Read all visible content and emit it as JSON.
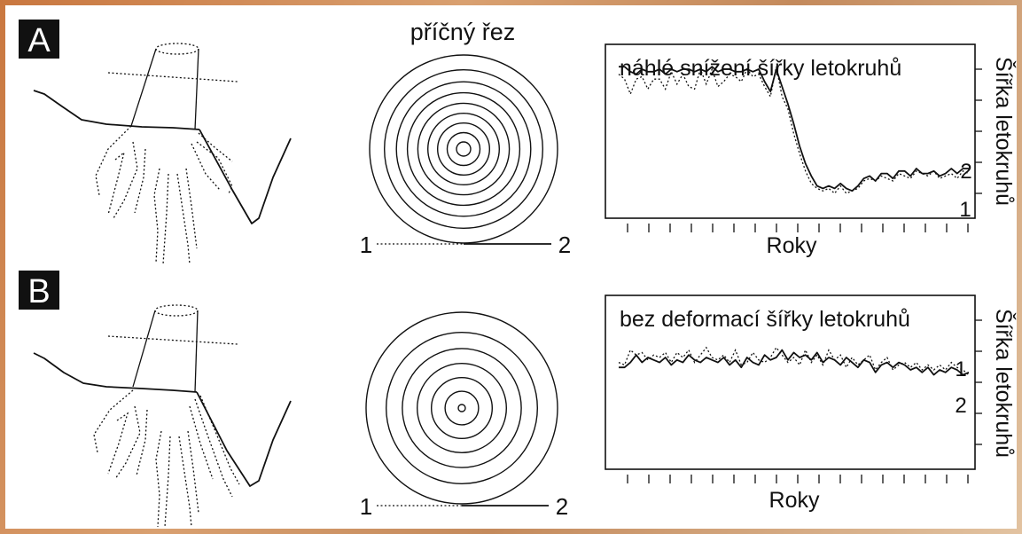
{
  "panels": [
    {
      "label": "A",
      "section_title": "příčný řez",
      "cut_labels": [
        "1",
        "2"
      ],
      "rings": 9,
      "chart_title": "náhlé snížení šířky letokruhů",
      "line_labels": [
        "2",
        "1"
      ]
    },
    {
      "label": "B",
      "section_title": "",
      "cut_labels": [
        "1",
        "2"
      ],
      "rings": 7,
      "chart_title": "bez deformací šířky letokruhů",
      "line_labels": [
        "1",
        "2"
      ]
    }
  ],
  "chart_data": [
    {
      "type": "line",
      "title": "náhlé snížení šířky letokruhů",
      "xlabel": "Roky",
      "ylabel": "Šířka letokruhů",
      "x": [
        0,
        1,
        2,
        3,
        4,
        5,
        6,
        7,
        8,
        9,
        10,
        11,
        12,
        13,
        14,
        15,
        16,
        17,
        18,
        19,
        20,
        21,
        22,
        23,
        24,
        25,
        26,
        27,
        28,
        29,
        30,
        31,
        32,
        33,
        34,
        35,
        36,
        37,
        38,
        39,
        40,
        41,
        42,
        43,
        44,
        45,
        46,
        47,
        48,
        49,
        50,
        51,
        52,
        53,
        54,
        55,
        56,
        57,
        58,
        59,
        60
      ],
      "ylim": [
        0,
        7
      ],
      "series": [
        {
          "name": "",
          "style": "solid",
          "values": [
            6.1,
            6.1,
            5.9,
            5.8,
            6.0,
            5.9,
            5.9,
            6.0,
            5.8,
            6.0,
            5.9,
            6.0,
            6.0,
            5.9,
            6.0,
            5.9,
            6.1,
            5.9,
            6.0,
            6.0,
            5.9,
            5.9,
            6.0,
            5.9,
            6.0,
            5.5,
            5.1,
            6.0,
            5.3,
            4.6,
            3.8,
            2.9,
            2.2,
            1.7,
            1.3,
            1.2,
            1.3,
            1.2,
            1.4,
            1.2,
            1.1,
            1.3,
            1.6,
            1.7,
            1.5,
            1.8,
            1.8,
            1.6,
            1.9,
            1.9,
            1.7,
            2.0,
            1.8,
            1.8,
            1.9,
            1.7,
            1.8,
            2.0,
            1.8,
            2.0,
            2.0
          ]
        },
        {
          "name": "",
          "style": "dotted",
          "values": [
            5.8,
            5.6,
            5.0,
            5.6,
            5.7,
            5.2,
            5.6,
            5.6,
            5.2,
            5.9,
            5.4,
            5.8,
            5.3,
            5.2,
            6.0,
            5.4,
            6.0,
            5.3,
            5.5,
            5.8,
            5.7,
            5.5,
            6.0,
            5.7,
            5.8,
            5.3,
            4.9,
            6.1,
            4.9,
            4.4,
            3.4,
            2.6,
            1.9,
            1.4,
            1.2,
            1.1,
            1.2,
            1.0,
            1.3,
            1.0,
            1.1,
            1.2,
            1.5,
            1.6,
            1.5,
            1.7,
            1.6,
            1.5,
            1.8,
            1.7,
            1.6,
            1.9,
            1.8,
            1.7,
            1.9,
            1.6,
            1.7,
            1.8,
            1.6,
            1.9,
            1.8
          ]
        }
      ]
    },
    {
      "type": "line",
      "title": "bez deformací šířky letokruhů",
      "xlabel": "Roky",
      "ylabel": "Šířka letokruhů",
      "x": [
        0,
        1,
        2,
        3,
        4,
        5,
        6,
        7,
        8,
        9,
        10,
        11,
        12,
        13,
        14,
        15,
        16,
        17,
        18,
        19,
        20,
        21,
        22,
        23,
        24,
        25,
        26,
        27,
        28,
        29,
        30,
        31,
        32,
        33,
        34,
        35,
        36,
        37,
        38,
        39,
        40,
        41,
        42,
        43,
        44,
        45,
        46,
        47,
        48,
        49,
        50,
        51,
        52,
        53,
        54,
        55,
        56,
        57,
        58,
        59,
        60
      ],
      "ylim": [
        0,
        7
      ],
      "series": [
        {
          "name": "",
          "style": "solid",
          "values": [
            4.1,
            4.1,
            4.3,
            4.6,
            4.3,
            4.5,
            4.4,
            4.3,
            4.5,
            4.2,
            4.4,
            4.3,
            4.6,
            4.4,
            4.3,
            4.5,
            4.4,
            4.3,
            4.5,
            4.2,
            4.4,
            4.1,
            4.5,
            4.3,
            4.2,
            4.6,
            4.4,
            4.5,
            4.8,
            4.4,
            4.7,
            4.5,
            4.6,
            4.4,
            4.7,
            4.3,
            4.5,
            4.4,
            4.2,
            4.5,
            4.3,
            4.1,
            4.4,
            4.3,
            3.9,
            4.2,
            4.3,
            4.1,
            4.3,
            4.2,
            4.0,
            4.1,
            3.9,
            4.1,
            3.8,
            4.0,
            3.9,
            4.1,
            4.0,
            3.8,
            3.9
          ]
        },
        {
          "name": "",
          "style": "dotted",
          "values": [
            4.3,
            4.2,
            4.8,
            4.6,
            4.7,
            4.4,
            4.6,
            4.5,
            4.7,
            4.3,
            4.7,
            4.5,
            4.8,
            4.3,
            4.6,
            4.9,
            4.5,
            4.4,
            4.6,
            4.3,
            4.8,
            4.2,
            4.3,
            4.7,
            4.4,
            4.3,
            4.5,
            4.9,
            4.6,
            4.3,
            4.5,
            4.2,
            4.8,
            4.3,
            4.6,
            4.2,
            4.8,
            4.4,
            4.6,
            4.1,
            4.5,
            4.2,
            4.4,
            4.6,
            4.0,
            4.3,
            4.5,
            4.0,
            4.2,
            4.3,
            4.1,
            4.3,
            4.0,
            4.2,
            4.0,
            4.2,
            4.0,
            4.3,
            4.1,
            4.0,
            3.8
          ]
        }
      ]
    }
  ]
}
